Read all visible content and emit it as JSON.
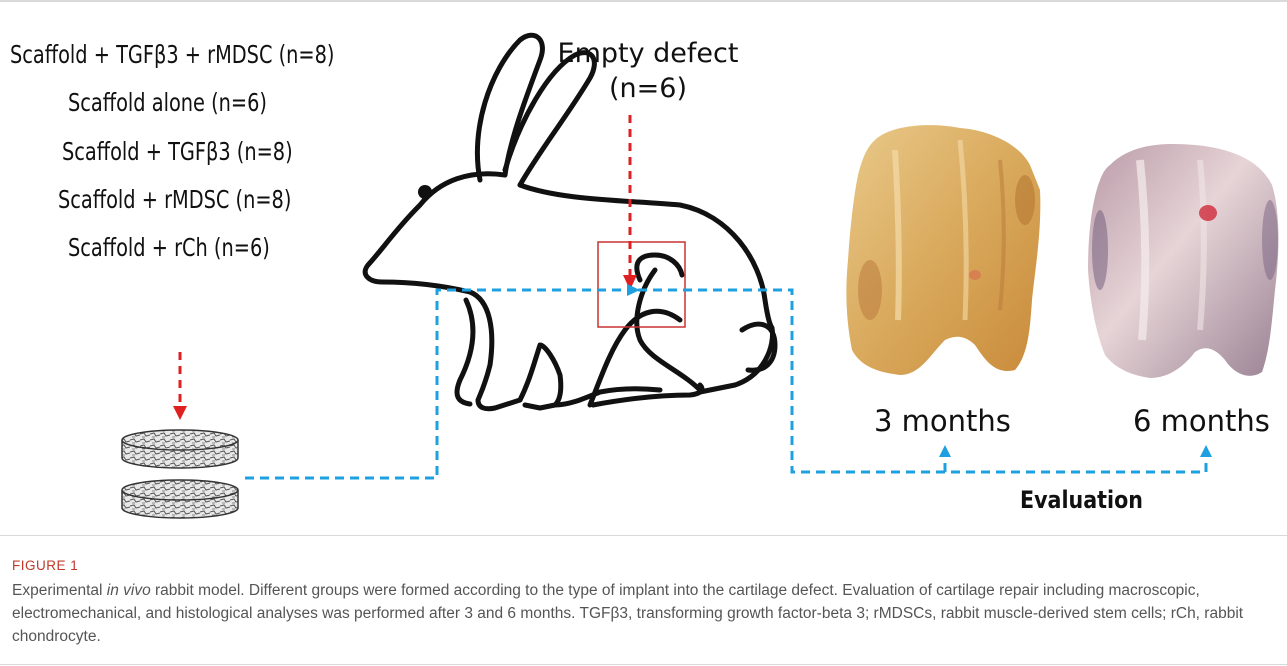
{
  "groups": [
    "Scaffold + TGFβ3 + rMDSC (n=8)",
    "Scaffold alone (n=6)",
    "Scaffold + TGFβ3 (n=8)",
    "Scaffold + rMDSC (n=8)",
    "Scaffold + rCh (n=6)"
  ],
  "empty_defect": {
    "line1": "Empty defect",
    "line2": "(n=6)"
  },
  "timepoints": {
    "t1": "3 months",
    "t2": "6 months"
  },
  "evaluation_label": "Evaluation",
  "caption": {
    "heading": "FIGURE 1",
    "part1": "Experimental ",
    "italic": "in vivo",
    "part2": " rabbit model. Different groups were formed according to the type of implant into the cartilage defect. Evaluation of cartilage repair including macroscopic, electromechanical, and histological analyses was performed after 3 and 6 months. TGFβ3, transforming growth factor-beta 3; rMDSCs, rabbit muscle-derived stem cells; rCh, rabbit chondrocyte."
  },
  "colors": {
    "red_arrow": "#e02020",
    "blue_dash": "#1ea0e0",
    "box": "#c83232"
  }
}
